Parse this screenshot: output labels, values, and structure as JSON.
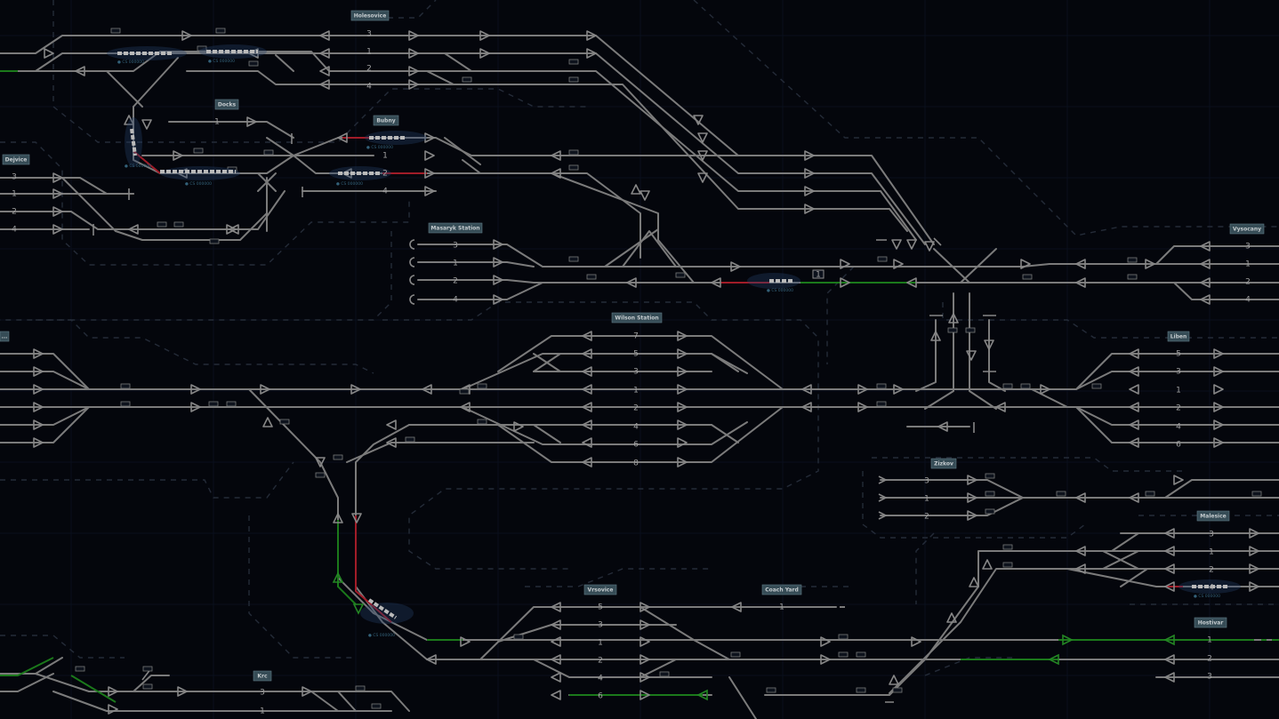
{
  "stations": {
    "holesovice": "Holesovice",
    "docks": "Docks",
    "bubny": "Bubny",
    "dejvice": "Dejvice",
    "masaryk": "Masaryk Station",
    "vysocany": "Vysocany",
    "wilson": "Wilson Station",
    "liben": "Liben",
    "cut_left": "...",
    "zizkov": "Zizkov",
    "malesice": "Malesice",
    "vrsovice": "Vrsovice",
    "coach_yard": "Coach Yard",
    "hostivar": "Hostivar",
    "krc": "Krc"
  },
  "tracks": {
    "holesovice": [
      "3",
      "1",
      "2",
      "4"
    ],
    "docks": [
      "1"
    ],
    "bubny": [
      "1",
      "2",
      "4"
    ],
    "dejvice": [
      "3",
      "1",
      "2",
      "4"
    ],
    "masaryk": [
      "3",
      "1",
      "2",
      "4"
    ],
    "vysocany": [
      "3",
      "1",
      "2",
      "4"
    ],
    "wilson": [
      "7",
      "5",
      "3",
      "1",
      "2",
      "4",
      "6",
      "8"
    ],
    "liben": [
      "5",
      "3",
      "1",
      "2",
      "4",
      "6"
    ],
    "zizkov": [
      "3",
      "1",
      "2"
    ],
    "malesice": [
      "3",
      "1",
      "2",
      "4"
    ],
    "vrsovice": [
      "5",
      "3",
      "1",
      "2",
      "4",
      "6"
    ],
    "coach_yard": [
      "1"
    ],
    "hostivar": [
      "1",
      "2",
      "3"
    ],
    "krc": [
      "3",
      "1"
    ]
  },
  "signal_box": "1",
  "train_tag": "● CS 000000",
  "colors": {
    "background": "#05070e",
    "track": "#8d8d8d",
    "occupied": "#b8202e",
    "route_set": "#1f8a1f",
    "label_bg": "#3e5762"
  }
}
